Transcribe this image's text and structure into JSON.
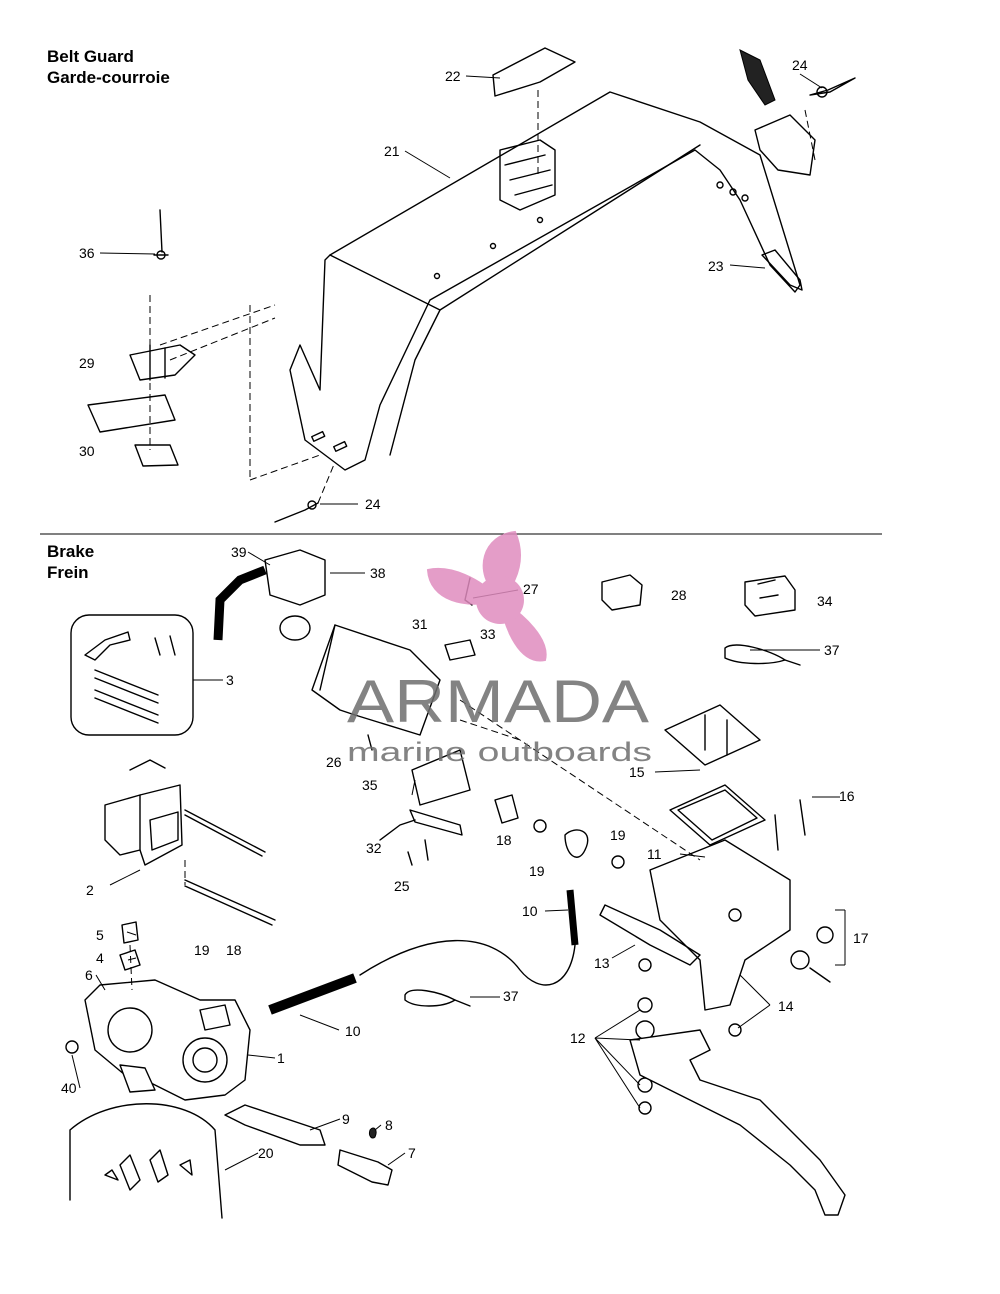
{
  "sections": {
    "belt_guard": {
      "title_en": "Belt Guard",
      "title_fr": "Garde-courroie"
    },
    "brake": {
      "title_en": "Brake",
      "title_fr": "Frein"
    }
  },
  "callouts": {
    "c1": "1",
    "c2": "2",
    "c3": "3",
    "c4": "4",
    "c5": "5",
    "c6": "6",
    "c7": "7",
    "c8": "8",
    "c9": "9",
    "c10a": "10",
    "c10b": "10",
    "c11": "11",
    "c12": "12",
    "c13": "13",
    "c14": "14",
    "c15": "15",
    "c16": "16",
    "c17": "17",
    "c18a": "18",
    "c18b": "18",
    "c19a": "19",
    "c19b": "19",
    "c19c": "19",
    "c20": "20",
    "c21": "21",
    "c22": "22",
    "c23": "23",
    "c24a": "24",
    "c24b": "24",
    "c25": "25",
    "c26": "26",
    "c27": "27",
    "c28": "28",
    "c29": "29",
    "c30": "30",
    "c31": "31",
    "c32": "32",
    "c33": "33",
    "c34": "34",
    "c35": "35",
    "c36": "36",
    "c37a": "37",
    "c37b": "37",
    "c38": "38",
    "c39": "39",
    "c40": "40"
  },
  "watermark": {
    "brand": "ARMADA",
    "tagline": "marine outboards",
    "logo": "propeller-logo",
    "logo_color": "#e08cbf",
    "text_color": "#6e6e6e"
  }
}
